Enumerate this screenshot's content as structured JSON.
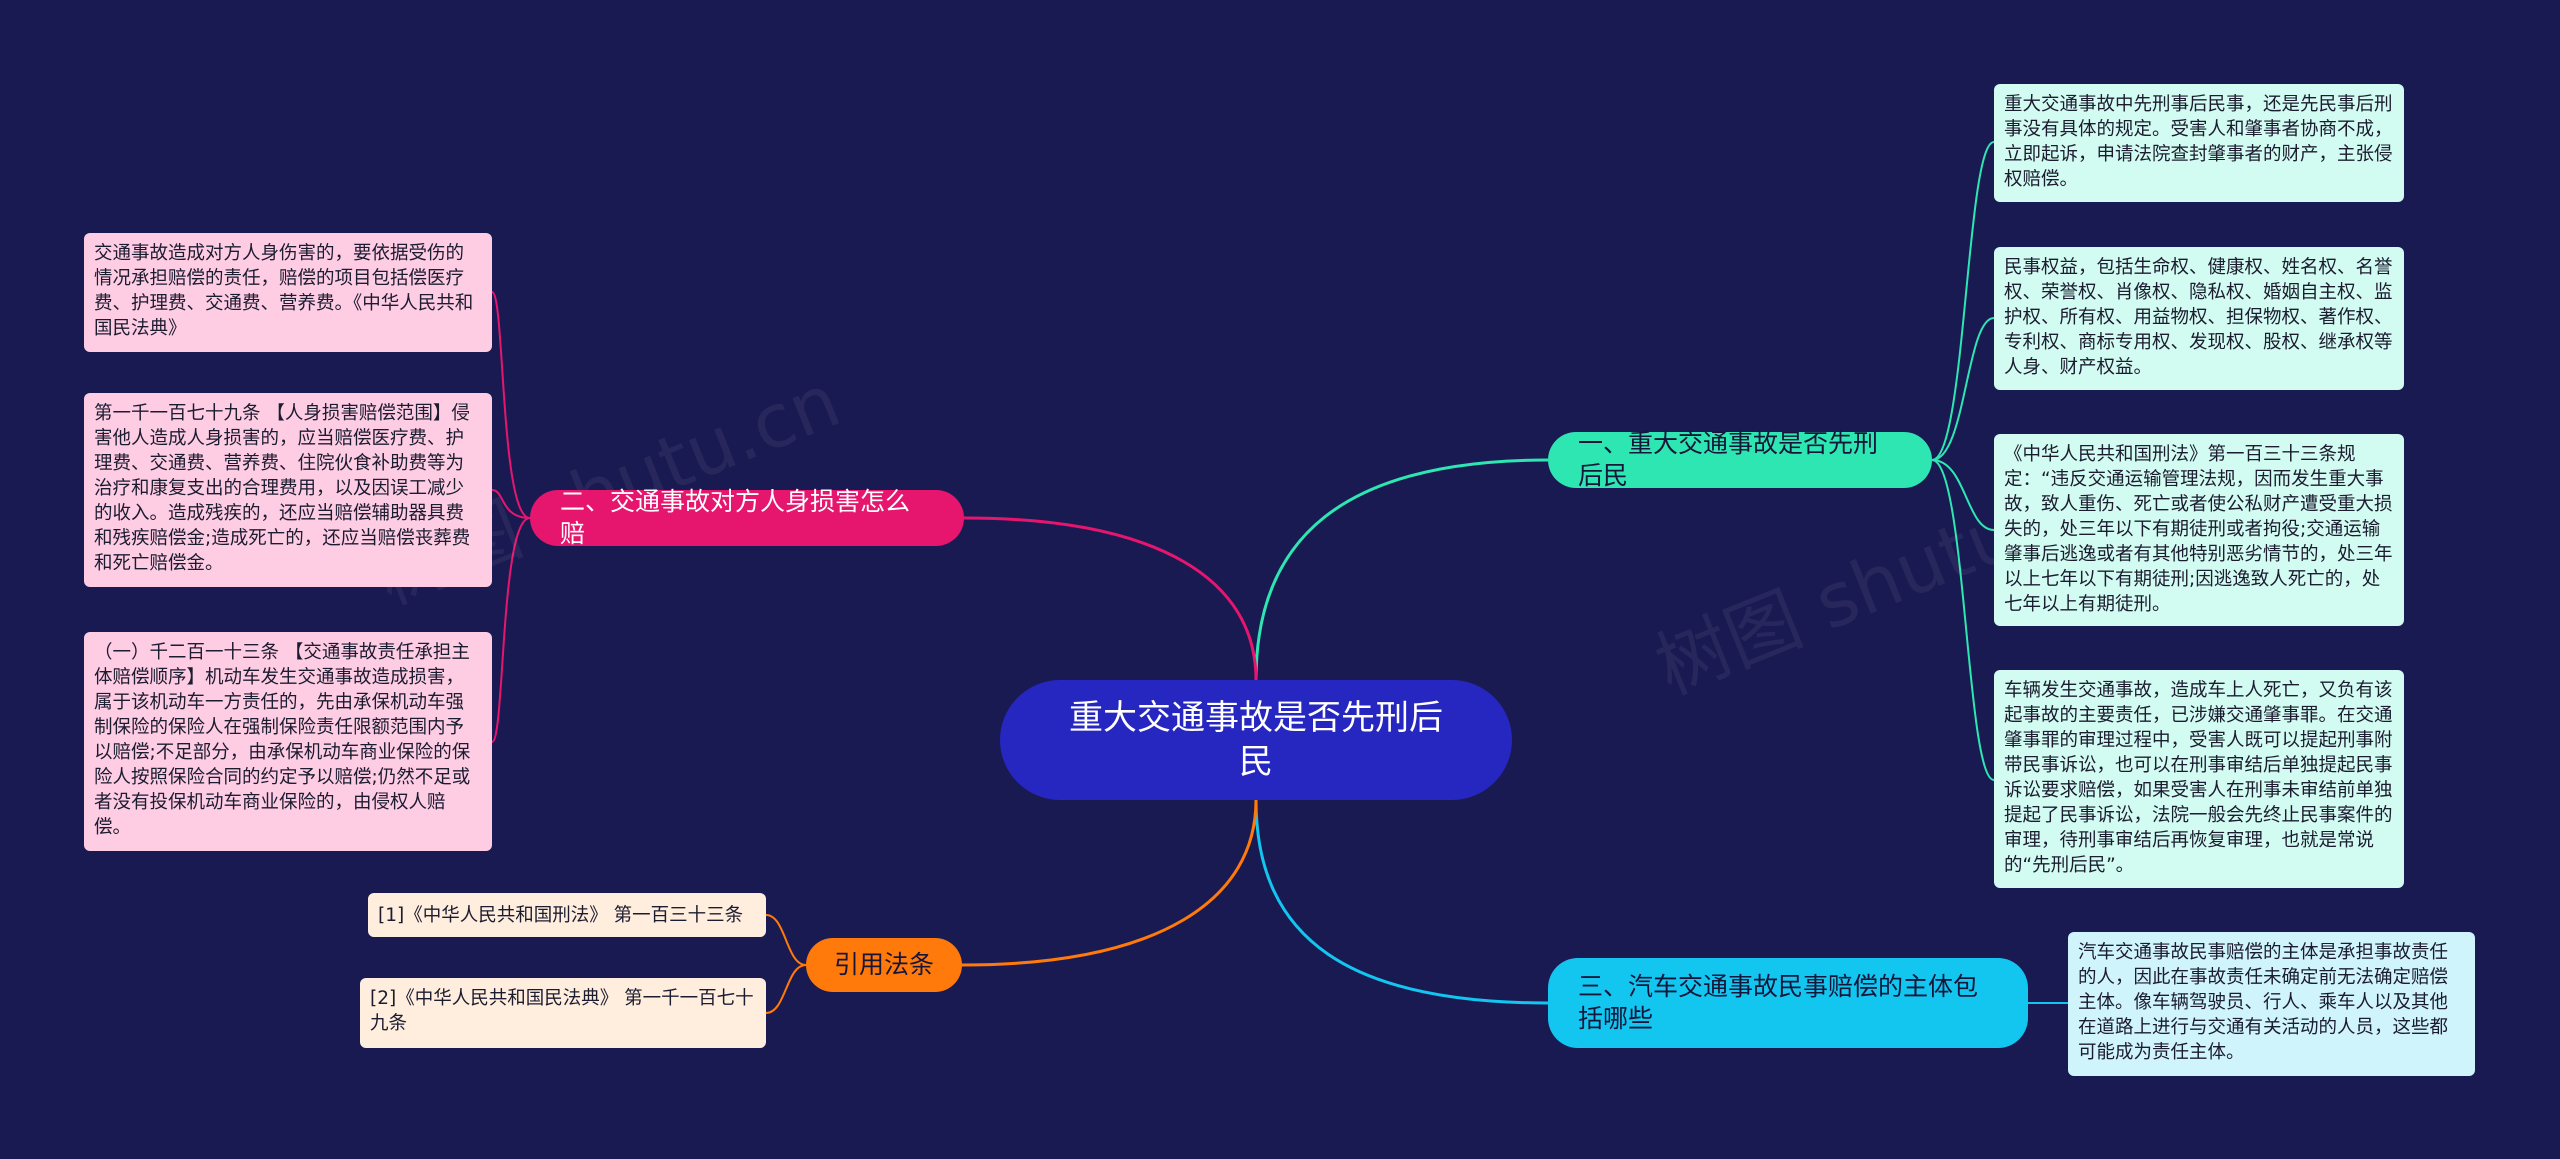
{
  "center": {
    "title": "重大交通事故是否先刑后民"
  },
  "colors": {
    "background": "#1a1a52",
    "center": "#2626c0",
    "branch_1": "#2ee6b2",
    "branch_2": "#e6166f",
    "branch_3": "#12c6f0",
    "branch_4": "#ff7a0a"
  },
  "branches": [
    {
      "title": "一、重大交通事故是否先刑后民"
    },
    {
      "title": "二、交通事故对方人身损害怎么赔"
    },
    {
      "title": "三、汽车交通事故民事赔偿的主体包括哪些"
    },
    {
      "title": "引用法条"
    }
  ],
  "leaves": {
    "b1_1": "重大交通事故中先刑事后民事，还是先民事后刑事没有具体的规定。受害人和肇事者协商不成，立即起诉，申请法院查封肇事者的财产，主张侵权赔偿。",
    "b1_2": "民事权益，包括生命权、健康权、姓名权、名誉权、荣誉权、肖像权、隐私权、婚姻自主权、监护权、所有权、用益物权、担保物权、著作权、专利权、商标专用权、发现权、股权、继承权等人身、财产权益。",
    "b1_3": "《中华人民共和国刑法》第一百三十三条规定：“违反交通运输管理法规，因而发生重大事故，致人重伤、死亡或者使公私财产遭受重大损失的，处三年以下有期徒刑或者拘役;交通运输肇事后逃逸或者有其他特别恶劣情节的，处三年以上七年以下有期徒刑;因逃逸致人死亡的，处七年以上有期徒刑。",
    "b1_4": "车辆发生交通事故，造成车上人死亡，又负有该起事故的主要责任，已涉嫌交通肇事罪。在交通肇事罪的审理过程中，受害人既可以提起刑事附带民事诉讼，也可以在刑事审结后单独提起民事诉讼要求赔偿，如果受害人在刑事未审结前单独提起了民事诉讼，法院一般会先终止民事案件的审理，待刑事审结后再恢复审理，也就是常说的“先刑后民”。",
    "b3_1": "汽车交通事故民事赔偿的主体是承担事故责任的人，因此在事故责任未确定前无法确定赔偿主体。像车辆驾驶员、行人、乘车人以及其他在道路上进行与交通有关活动的人员，这些都可能成为责任主体。",
    "b2_1": "交通事故造成对方人身伤害的，要依据受伤的情况承担赔偿的责任，赔偿的项目包括偿医疗费、护理费、交通费、营养费。《中华人民共和国民法典》",
    "b2_2": "第一千一百七十九条 【人身损害赔偿范围】侵害他人造成人身损害的，应当赔偿医疗费、护理费、交通费、营养费、住院伙食补助费等为治疗和康复支出的合理费用，以及因误工减少的收入。造成残疾的，还应当赔偿辅助器具费和残疾赔偿金;造成死亡的，还应当赔偿丧葬费和死亡赔偿金。",
    "b2_3": "（一）千二百一十三条 【交通事故责任承担主体赔偿顺序】机动车发生交通事故造成损害，属于该机动车一方责任的，先由承保机动车强制保险的保险人在强制保险责任限额范围内予以赔偿;不足部分，由承保机动车商业保险的保险人按照保险合同的约定予以赔偿;仍然不足或者没有投保机动车商业保险的，由侵权人赔偿。",
    "b4_1": "[1]《中华人民共和国刑法》 第一百三十三条",
    "b4_2": "[2]《中华人民共和国民法典》 第一千一百七十九条"
  },
  "watermarks": [
    "树图 shutu.cn",
    "树图 shutu.cn"
  ]
}
